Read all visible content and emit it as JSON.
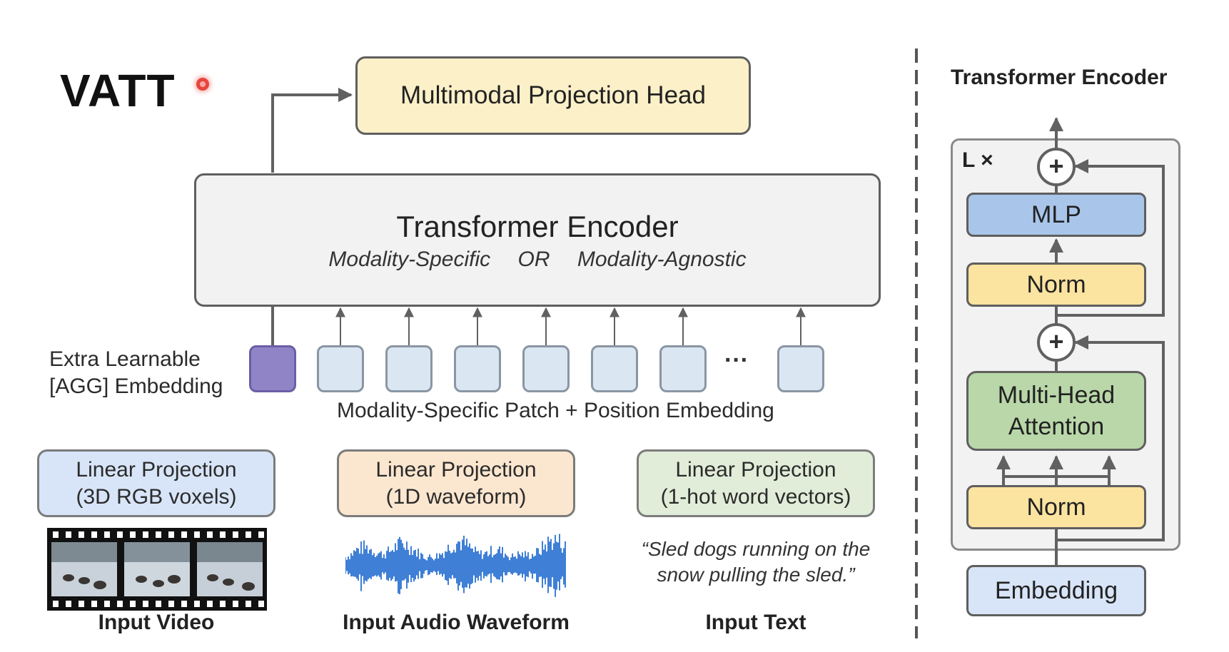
{
  "title": "VATT",
  "record_dot_color": "#e8453c",
  "projection_head": {
    "label": "Multimodal Projection Head",
    "fill": "#fcf0c8"
  },
  "encoder": {
    "title": "Transformer Encoder",
    "opt_a": "Modality-Specific",
    "opt_or": "OR",
    "opt_b": "Modality-Agnostic",
    "fill": "#f2f2f2"
  },
  "tokens": {
    "agg_label_line1": "Extra Learnable",
    "agg_label_line2": "[AGG] Embedding",
    "ellipsis": "···",
    "caption": "Modality-Specific Patch + Position Embedding",
    "agg_fill": "#9184c6",
    "token_fill": "#dbe6f3"
  },
  "projections": [
    {
      "line1": "Linear Projection",
      "line2": "(3D RGB voxels)",
      "fill": "#d8e5f8",
      "input_label": "Input Video"
    },
    {
      "line1": "Linear Projection",
      "line2": "(1D waveform)",
      "fill": "#fbe6cf",
      "input_label": "Input Audio Waveform"
    },
    {
      "line1": "Linear Projection",
      "line2": "(1-hot word vectors)",
      "fill": "#e1edd9",
      "input_label": "Input Text"
    }
  ],
  "input_text": {
    "line1": "“Sled dogs running on the",
    "line2": "snow pulling the sled.”"
  },
  "detail": {
    "title": "Transformer Encoder",
    "repeat": "L ×",
    "plus": "+",
    "mlp": {
      "label": "MLP",
      "fill": "#a9c6ea"
    },
    "norm_top": {
      "label": "Norm",
      "fill": "#fbe3a0"
    },
    "mha": {
      "line1": "Multi-Head",
      "line2": "Attention",
      "fill": "#b9d7a8"
    },
    "norm_bottom": {
      "label": "Norm",
      "fill": "#fbe3a0"
    },
    "embedding": {
      "label": "Embedding",
      "fill": "#d8e5f8"
    }
  }
}
